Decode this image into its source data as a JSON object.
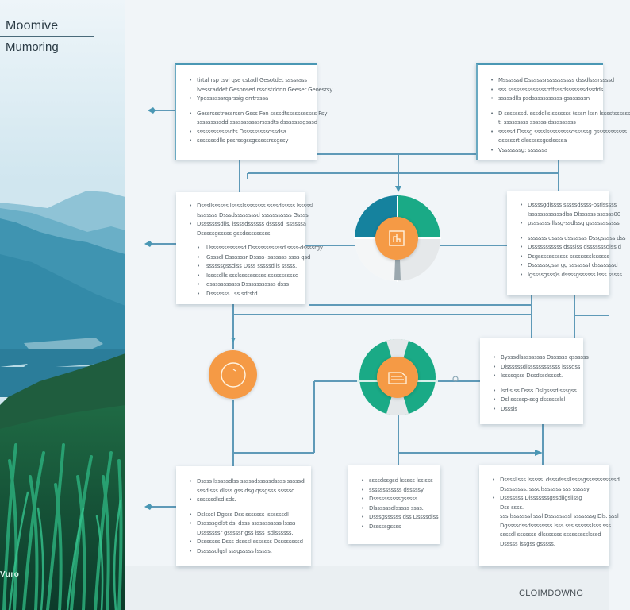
{
  "sidebar": {
    "title": "Moomive",
    "subtitle": "Mumoring",
    "caption": "Vuro"
  },
  "footer": {
    "brand": "CLOIMDOWNG"
  },
  "theme": {
    "accent_line": "#5f9ab8",
    "teal_dark": "#15829e",
    "teal_green": "#1aaa86",
    "orange": "#f59a45",
    "grey_segment": "#e4e8ea"
  },
  "nodes": {
    "hub_top": {
      "icon": "document-icon",
      "segments": [
        "teal-dark",
        "teal-green",
        "grey",
        "white"
      ]
    },
    "hub_bottom": {
      "icon": "folder-card-icon",
      "segments": [
        "teal-green",
        "grey",
        "teal-green",
        "teal-green",
        "grey",
        "teal-green"
      ]
    },
    "left_node": {
      "icon": "circle-ring-icon"
    }
  },
  "cards": [
    {
      "id": "card-top-left",
      "items": [
        {
          "text": "tirtal rsp tsvl qse cstadl Gesotdet ssssrass",
          "type": "bullet"
        },
        {
          "text": "Ivessraddet Gesonsed rssdstddnn Geeser Geoesrsy",
          "type": "cont"
        },
        {
          "text": "Ypossssssrqsrssig drrtrsssa",
          "type": "bullet"
        },
        {
          "text": "Gessrssstressrssn Gsss Fen ssssdtsssssssssss Fsy",
          "type": "bullet-gap"
        },
        {
          "text": "sssssssssdd sssssssssssrsssdts dsssssssgsssd",
          "type": "cont"
        },
        {
          "text": "ssssssssssssdts Dsssssssssdssdsa",
          "type": "bullet"
        },
        {
          "text": "sssssssdlls pssrssgssgsssssrssgssy",
          "type": "bullet"
        }
      ]
    },
    {
      "id": "card-top-right",
      "items": [
        {
          "text": "Mssssssd Dssssssrssssssssss dssdlsssrssssd",
          "type": "bullet"
        },
        {
          "text": "sss ssssssssssssssrrffsssdsssssssdssdds",
          "type": "bullet"
        },
        {
          "text": "sssssdlls psdsssssssssss gsssssssn",
          "type": "bullet"
        },
        {
          "text": "D sssssssd. sssddlls sssssss (sssn lssn lsssstssssss",
          "type": "bullet-gap"
        },
        {
          "text": "t; sssssssss ssssss dsssssssss",
          "type": "cont"
        },
        {
          "text": "sssssd Dsssg sssslsssssssssdsssssg gsssssssssss",
          "type": "bullet"
        },
        {
          "text": "dsssssrt dlssssssgsslssssa",
          "type": "cont"
        },
        {
          "text": "Vsssssssg: ssssssa",
          "type": "bullet"
        }
      ]
    },
    {
      "id": "card-mid-left",
      "items": [
        {
          "text": "Dsssllssssss lsssslssssssss ssssdsssss lsssssl",
          "type": "bullet"
        },
        {
          "text": "Isssssss Dsssdssssssssd sssssssssss Gssss",
          "type": "cont"
        },
        {
          "text": "Dsssssssdlls. lssssdssssss dssssd lssssssa",
          "type": "bullet"
        },
        {
          "text": "Dsssssgsssss gssdsssssssss",
          "type": "cont"
        },
        {
          "text": "Ussssssssssssd Dsssssssssssd ssss-dssssrgy",
          "type": "sub-gap"
        },
        {
          "text": "Gsssdl Dssssssr Dssss-Isssssss ssss qsd",
          "type": "sub"
        },
        {
          "text": "ssssssgssdlss Dsss sssssdlls sssss.",
          "type": "sub"
        },
        {
          "text": "Issssdlls ssslssssssssss ssssssssssd",
          "type": "sub"
        },
        {
          "text": "dsssssssssss Dsssssssssss dsss",
          "type": "sub"
        },
        {
          "text": "Dsssssss Lss sdtstd",
          "type": "sub"
        }
      ]
    },
    {
      "id": "card-mid-right",
      "items": [
        {
          "text": "Dssssgdlssss sssssdssss-psrlsssss",
          "type": "bullet"
        },
        {
          "text": "Issssssssssssdlss Dlssssss ssssss00",
          "type": "cont"
        },
        {
          "text": "psssssss llssg-ssdlssg gsssssssssss",
          "type": "bullet"
        },
        {
          "text": "sssssss dssss dsssssss Dssgsssss dss",
          "type": "bullet-gap"
        },
        {
          "text": "Dsssssssssss dssslss dsssssssdlss d",
          "type": "bullet"
        },
        {
          "text": "Dsgsssssssssss sssssssslssssss",
          "type": "bullet"
        },
        {
          "text": "Dssssssgssr gg ssssssst dsssssssd",
          "type": "bullet"
        },
        {
          "text": "Igssssgsss)s dssssgssssss lsss sssss",
          "type": "bullet"
        }
      ]
    },
    {
      "id": "card-right-center",
      "items": [
        {
          "text": "Bysssdlsssssssss Dssssss qssssss",
          "type": "bullet"
        },
        {
          "text": "Dlssssssdlssssssssssss lsssdss",
          "type": "bullet"
        },
        {
          "text": "Issssqsss Dssdssdsssst.",
          "type": "bullet"
        },
        {
          "text": "Isdls ss Dsss Dslgsssdlsssgss",
          "type": "bullet-gap"
        },
        {
          "text": "Dsl sssssp-ssg dsssssslsl",
          "type": "bullet"
        },
        {
          "text": "Dsssls",
          "type": "bullet"
        }
      ]
    },
    {
      "id": "card-bottom-left",
      "items": [
        {
          "text": "Dssss lsssssdlss sssssdsssssdssss sssssdl",
          "type": "bullet"
        },
        {
          "text": "sssdlsss dlsss gss dsg qssgsss sssssd",
          "type": "cont"
        },
        {
          "text": "ssssssdlsd sds.",
          "type": "bullet"
        },
        {
          "text": "Dslssdl Dgsss Dss sssssss lssssssdl",
          "type": "bullet-gap"
        },
        {
          "text": "Dsssssgdlst dsl dsss sssssssssss lssss",
          "type": "bullet"
        },
        {
          "text": "Dsssssssr gsssssr gss lsss lsdlssssss.",
          "type": "cont"
        },
        {
          "text": "Dsssssss Dsss dssssl sssssss Dssssssssd",
          "type": "bullet"
        },
        {
          "text": "Dsssssdlgsl sssgsssss lsssss.",
          "type": "bullet"
        }
      ]
    },
    {
      "id": "card-bottom-center",
      "items": [
        {
          "text": "ssssdssgsd lsssss lsslsss",
          "type": "bullet"
        },
        {
          "text": "ssssssssssss dsssssy",
          "type": "bullet"
        },
        {
          "text": "Dssssssssssgsssss",
          "type": "bullet"
        },
        {
          "text": "Dlssssssdlsssss ssss.",
          "type": "bullet"
        },
        {
          "text": "Dsssgssssss dss Dssssdlss",
          "type": "bullet"
        },
        {
          "text": "Dsssssgssss",
          "type": "bullet"
        }
      ]
    },
    {
      "id": "card-bottom-right",
      "items": [
        {
          "text": "Dssssllsss lsssss. dsssdsssllssssgsssssssssssd",
          "type": "bullet"
        },
        {
          "text": "Dssssssss. sssdlsssssss sss sssssy",
          "type": "cont"
        },
        {
          "text": "Dsssssss Dlsssssssgssdllgsllssg",
          "type": "bullet"
        },
        {
          "text": "Dss ssss.",
          "type": "cont"
        },
        {
          "text": "sss lsssssssl sssl Dssssssssl sssssssg Dls. sssl",
          "type": "cont"
        },
        {
          "text": "Dgssssdssdssssssss lsss sss sssssslsss sss",
          "type": "cont"
        },
        {
          "text": "ssssdl sssssss dlsssssss ssssssssslsssd",
          "type": "cont"
        },
        {
          "text": "Dsssss lssgss gsssss.",
          "type": "cont"
        }
      ]
    }
  ]
}
